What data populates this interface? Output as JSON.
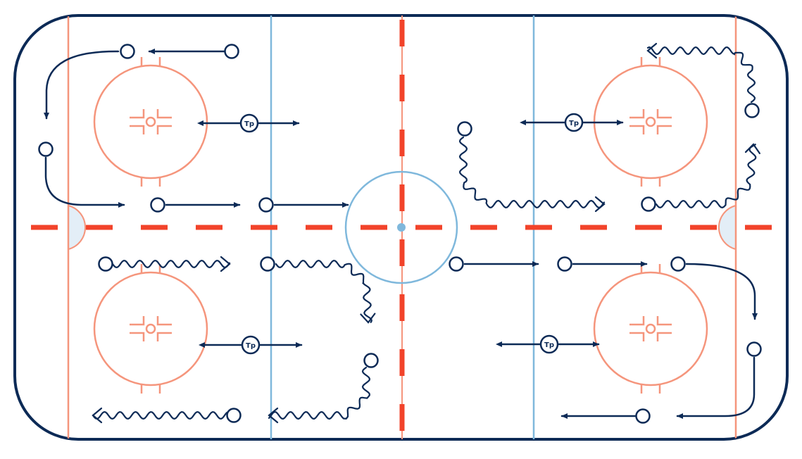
{
  "colors": {
    "navy": "#0c2a56",
    "red": "#f2432a",
    "blue_line": "#7fb8dc",
    "goal_line": "#f5957c",
    "faceoff": "#f5957c",
    "crease": "#e3eef7",
    "ice": "#ffffff"
  },
  "coach_marker_label": "Tp",
  "icons": [
    "player-circle",
    "skating-arrow",
    "puck-carry-wave",
    "coach-marker"
  ]
}
